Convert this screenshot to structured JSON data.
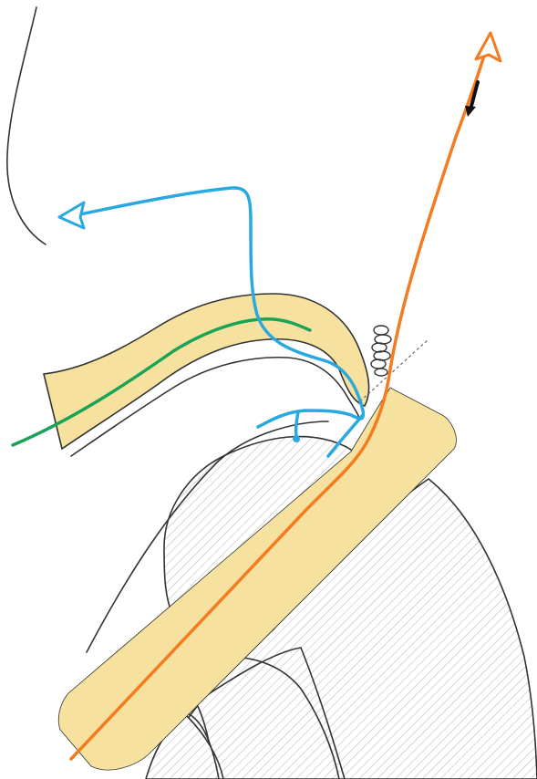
{
  "diagram": {
    "colors": {
      "background": "#ffffff",
      "tissue_fill": "#f6e29e",
      "tissue_stroke": "#333333",
      "bone_hatch": "#bdbdbd",
      "blue_path": "#29a9e0",
      "orange_path": "#f47b20",
      "green_path": "#1aa356",
      "black_arrow": "#111111"
    },
    "elements": [
      "face-outline",
      "upper-tissue-fold",
      "inner-fold-outline",
      "main-tissue-band",
      "hatched-bone-upper",
      "hatched-bone-right",
      "hatched-bone-lower",
      "suture-coil",
      "dashed-guide-line",
      "blue-route-arrow",
      "orange-route-arrow",
      "green-route-line",
      "black-direction-arrow"
    ]
  }
}
